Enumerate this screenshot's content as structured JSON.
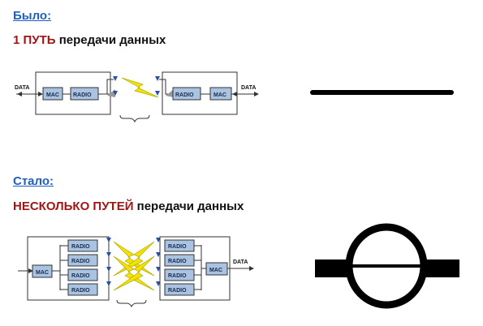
{
  "before": {
    "heading": "Было:",
    "path_count": "1 ПУТЬ",
    "path_rest": " передачи данных",
    "labels": {
      "data_left": "DATA",
      "data_right": "DATA",
      "mac": "MAC",
      "radio": "RADIO"
    }
  },
  "after": {
    "heading": "Стало:",
    "path_count": "НЕСКОЛЬКО ПУТЕЙ",
    "path_rest": " передачи данных",
    "labels": {
      "mac": "MAC",
      "radio": "RADIO",
      "data_right": "DATA"
    }
  },
  "colors": {
    "heading": "#1f5fbf",
    "accent": "#a31515",
    "box_fill": "#a9c3e0",
    "antenna": "#2b4fa8",
    "lightning": "#f2e300"
  }
}
